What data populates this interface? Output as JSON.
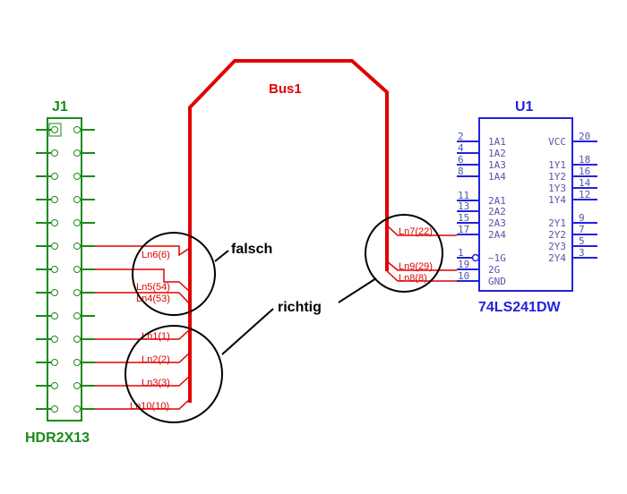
{
  "colors": {
    "header": "#1a8a1a",
    "ic": "#2222dd",
    "bus": "#e00000",
    "annotation": "#000000"
  },
  "j1": {
    "ref": "J1",
    "value": "HDR2X13"
  },
  "bus": {
    "name": "Bus1"
  },
  "u1": {
    "ref": "U1",
    "value": "74LS241DW",
    "left_pins": [
      {
        "num": "2",
        "name": "1A1"
      },
      {
        "num": "4",
        "name": "1A2"
      },
      {
        "num": "6",
        "name": "1A3"
      },
      {
        "num": "8",
        "name": "1A4"
      },
      {
        "num": "11",
        "name": "2A1"
      },
      {
        "num": "13",
        "name": "2A2"
      },
      {
        "num": "15",
        "name": "2A3"
      },
      {
        "num": "17",
        "name": "2A4"
      },
      {
        "num": "1",
        "name": "~1G"
      },
      {
        "num": "19",
        "name": "2G"
      },
      {
        "num": "10",
        "name": "GND"
      }
    ],
    "right_pins": [
      {
        "num": "20",
        "name": "VCC"
      },
      {
        "num": "18",
        "name": "1Y1"
      },
      {
        "num": "16",
        "name": "1Y2"
      },
      {
        "num": "14",
        "name": "1Y3"
      },
      {
        "num": "12",
        "name": "1Y4"
      },
      {
        "num": "9",
        "name": "2Y1"
      },
      {
        "num": "7",
        "name": "2Y2"
      },
      {
        "num": "5",
        "name": "2Y3"
      },
      {
        "num": "3",
        "name": "2Y4"
      }
    ]
  },
  "wires_left": [
    "Ln6(6)",
    "Ln5(54)",
    "Ln4(53)",
    "Ln1(1)",
    "Ln2(2)",
    "Ln3(3)",
    "Ln10(10)"
  ],
  "wires_right": [
    "Ln7(22)",
    "Ln9(29)",
    "Ln8(8)"
  ],
  "annotations": {
    "wrong": "falsch",
    "right": "richtig"
  }
}
